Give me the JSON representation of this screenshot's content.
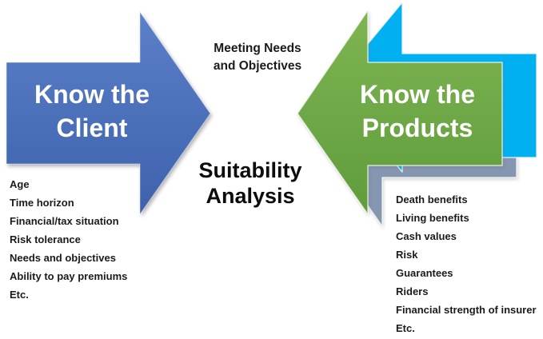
{
  "diagram": {
    "title": "Suitability\nAnalysis",
    "center_note": "Meeting Needs\nand Objectives",
    "left_arrow": {
      "label": "Know the\nClient"
    },
    "right_arrow": {
      "label": "Know the\nProducts"
    },
    "left_list": [
      "Age",
      "Time horizon",
      "Financial/tax situation",
      "Risk tolerance",
      "Needs and objectives",
      "Ability to pay premiums",
      "Etc."
    ],
    "right_list": [
      "Death benefits",
      "Living benefits",
      "Cash values",
      "Risk",
      "Guarantees",
      "Riders",
      "Financial strength of insurer",
      "Etc."
    ],
    "colors": {
      "blue_gradient_top": "#5b80c9",
      "blue_gradient_bottom": "#3d61ac",
      "green_gradient_top": "#7fb553",
      "green_gradient_bottom": "#5f9c3b",
      "cyan": "#00b0f0",
      "gray": "#8496b0",
      "arrow_label_text": "#ffffff",
      "body_text": "#1b1b1b"
    }
  }
}
